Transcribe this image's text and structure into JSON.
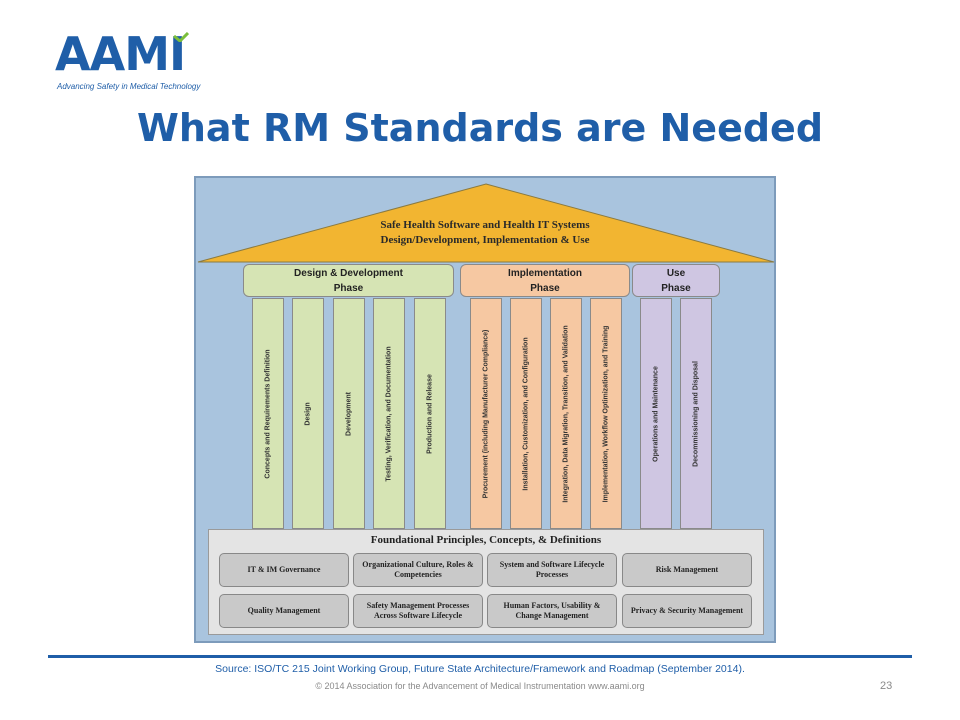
{
  "logo": {
    "text": "AAMI",
    "tagline": "Advancing Safety in Medical Technology"
  },
  "title": "What RM Standards are Needed",
  "diagram": {
    "roof": {
      "line1": "Safe Health Software and Health IT Systems",
      "line2": "Design/Development, Implementation & Use",
      "color": "#f2b531"
    },
    "phases": [
      {
        "line1": "Design & Development",
        "line2": "Phase"
      },
      {
        "line1": "Implementation",
        "line2": "Phase"
      },
      {
        "line1": "Use",
        "line2": "Phase"
      }
    ],
    "pillars": [
      "Concepts and Requirements Definition",
      "Design",
      "Development",
      "Testing, Verification, and Documentation",
      "Production and Release",
      "Procurement (including Manufacturer Compliance)",
      "Installation, Customization, and Configuration",
      "Integration, Data Migration, Transition, and Validation",
      "Implementation, Workflow Optimization, and Training",
      "Operations and Maintenance",
      "Decommissioning and Disposal"
    ],
    "foundation": {
      "title": "Foundational Principles, Concepts, & Definitions",
      "boxes": [
        "IT & IM Governance",
        "Organizational Culture, Roles & Competencies",
        "System and Software Lifecycle Processes",
        "Risk Management",
        "Quality Management",
        "Safety Management Processes Across Software Lifecycle",
        "Human Factors, Usability & Change Management",
        "Privacy & Security Management"
      ]
    }
  },
  "footer": {
    "source": "Source: ISO/TC 215 Joint Working Group, Future State Architecture/Framework and Roadmap (September 2014).",
    "copyright": "© 2014 Association for the Advancement of Medical Instrumentation  www.aami.org",
    "page": "23"
  }
}
